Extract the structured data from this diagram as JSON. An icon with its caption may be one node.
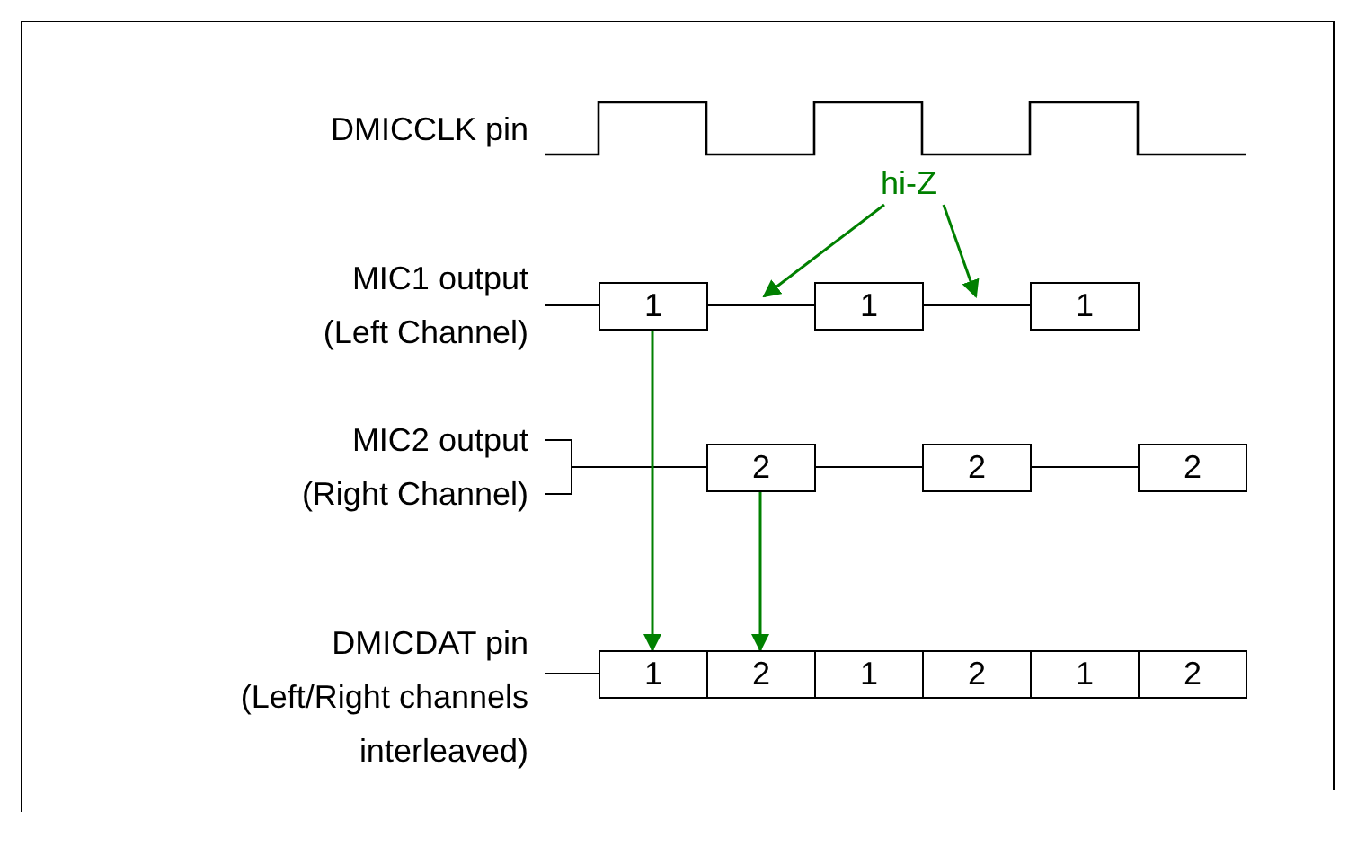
{
  "diagram": {
    "nodes": [
      {
        "text": [
          "hi-Z"
        ]
      },
      {
        "text": [
          "1"
        ]
      },
      {
        "text": [
          "1"
        ]
      },
      {
        "text": [
          "1"
        ]
      },
      {
        "text": [
          "2"
        ]
      },
      {
        "text": [
          "2"
        ]
      },
      {
        "text": [
          "2"
        ]
      },
      {
        "text": [
          "1"
        ]
      },
      {
        "text": [
          "2"
        ]
      },
      {
        "text": [
          "1"
        ]
      },
      {
        "text": [
          "2"
        ]
      },
      {
        "text": [
          "1"
        ]
      },
      {
        "text": [
          "2"
        ]
      }
    ],
    "edges": [
      {
        "from": 0,
        "to": null,
        "arrow": "to"
      },
      {
        "from": 0,
        "to": null,
        "arrow": "to"
      },
      {
        "from": 1,
        "to": 7,
        "arrow": "to"
      },
      {
        "from": 4,
        "to": 8,
        "arrow": "to"
      }
    ],
    "labels": [
      "DMICCLK pin",
      "MIC1 output (Left Channel)",
      "MIC2 output (Right Channel)",
      "DMICDAT pin (Left/Right channels interleaved)"
    ]
  }
}
